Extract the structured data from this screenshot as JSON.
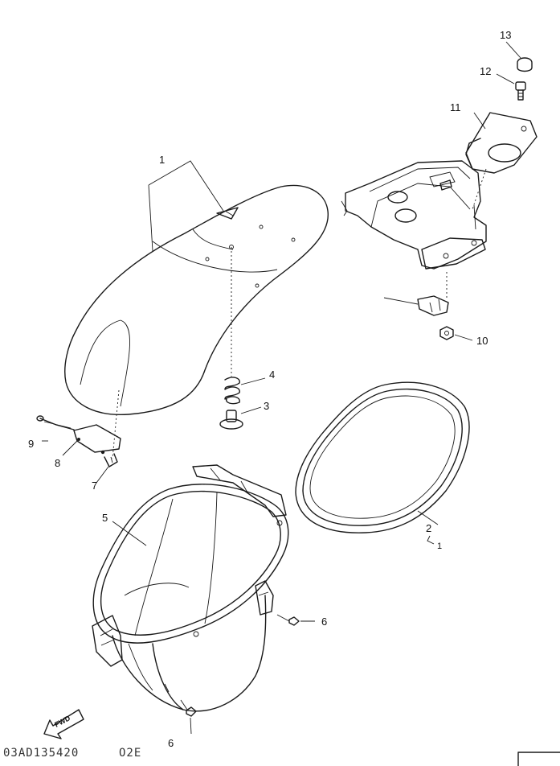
{
  "diagram": {
    "callouts": {
      "c1": "1",
      "c1b": "1",
      "c2": "2",
      "c3": "3",
      "c4": "4",
      "c5": "5",
      "c6a": "6",
      "c6b": "6",
      "c7": "7",
      "c8": "8",
      "c9": "9",
      "c10": "10",
      "c11": "11",
      "c12": "12",
      "c13": "13"
    },
    "fwd_label": "FWD",
    "footer_code": "03AD135420",
    "page_tag": "O2E"
  }
}
